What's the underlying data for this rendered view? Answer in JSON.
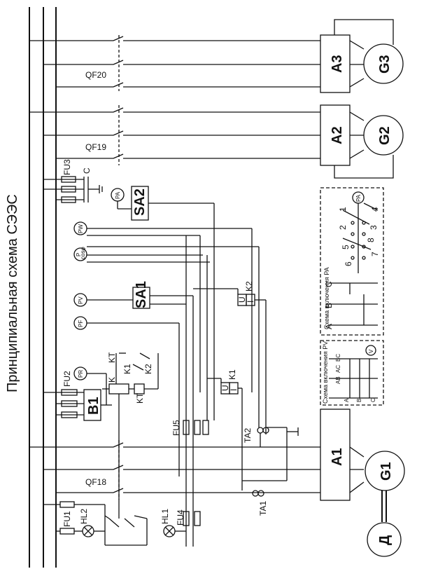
{
  "title": "Принципиальная схема СЭЭС",
  "devices": {
    "A1": "A1",
    "A2": "A2",
    "A3": "A3",
    "G1": "G1",
    "G2": "G2",
    "G3": "G3",
    "D": "Д",
    "QF18": "QF18",
    "QF19": "QF19",
    "QF20": "QF20",
    "FU1": "FU1",
    "FU2": "FU2",
    "FU3": "FU3",
    "FU4": "FU4",
    "FU5": "FU5",
    "HL1": "HL1",
    "HL2": "HL2",
    "TA1": "TA1",
    "TA2": "TA2",
    "B1": "B1",
    "C": "C",
    "SA1": "SA1",
    "SA2": "SA2",
    "K": "K",
    "K1": "K1",
    "K2": "K2",
    "KT": "KT",
    "U": "U",
    "I": "I"
  },
  "meters": {
    "PA": "PA",
    "PW": "PW",
    "P": "P",
    "cos": "cosφ",
    "PV": "PV",
    "PF": "PF",
    "PR": "PR"
  },
  "inset_pa": {
    "title": "Схема включения PA",
    "meter": "PA",
    "phases": [
      "A",
      "B",
      "C"
    ],
    "positions": [
      "1",
      "2",
      "3",
      "4",
      "5",
      "6",
      "7",
      "8"
    ]
  },
  "inset_pv": {
    "title": "Схема включения PV",
    "meter": "V",
    "phases": [
      "A",
      "B",
      "C"
    ],
    "modes": [
      "AB",
      "AC",
      "BC"
    ]
  }
}
